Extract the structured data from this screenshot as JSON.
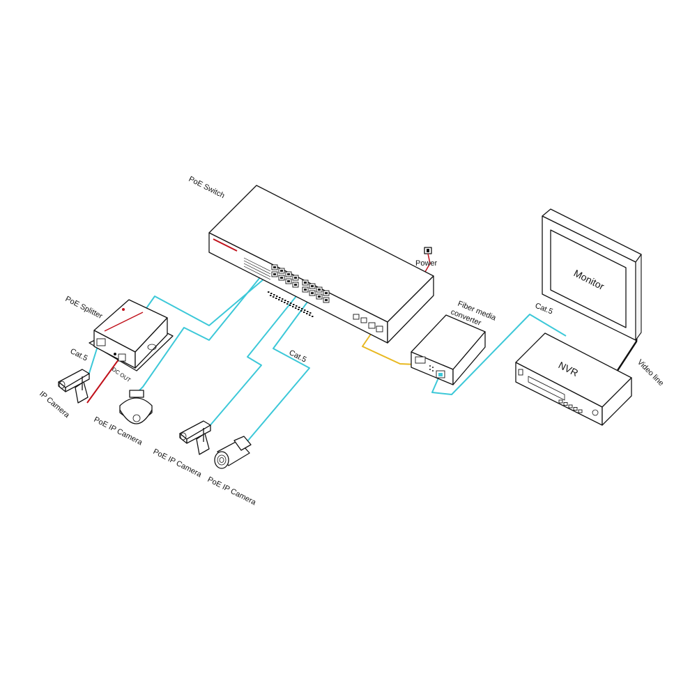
{
  "colors": {
    "cat5_cable": "#3cc8d8",
    "fiber_cable": "#e8b820",
    "dc_cable": "#c0101a",
    "video_cable": "#111111",
    "outline": "#111111"
  },
  "labels": {
    "poe_switch": "PoE  Switch",
    "power": "Power",
    "poe_splitter": "PoE Splitter",
    "cat5_left": "Cat.5",
    "dc_out": "DC OUT",
    "ip_camera": "IP Camera",
    "poe_ip_camera_1": "PoE IP Camera",
    "poe_ip_camera_2": "PoE IP Camera",
    "poe_ip_camera_3": "PoE IP Camera",
    "cat5_center": "Cat.5",
    "fiber_media_converter_line1": "Fiber media",
    "fiber_media_converter_line2": "converter",
    "cat5_right": "Cat.5",
    "monitor": "Monitor",
    "nvr": "NVR",
    "video_line": "Video line"
  },
  "icons": [
    "switch-device-icon",
    "power-socket-icon",
    "splitter-device-icon",
    "box-camera-icon",
    "dome-camera-icon",
    "bullet-camera-icon",
    "media-converter-icon",
    "nvr-device-icon",
    "monitor-icon"
  ]
}
